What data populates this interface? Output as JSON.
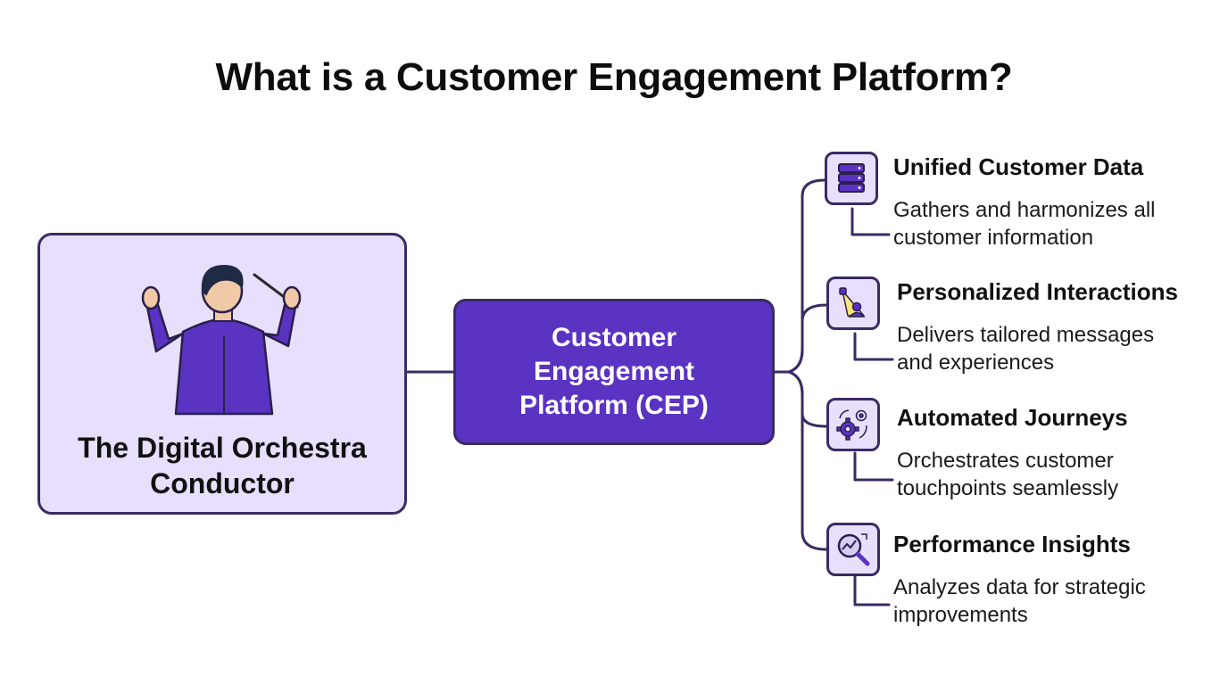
{
  "title": "What is a Customer Engagement Platform?",
  "conductor": {
    "label": "The Digital Orchestra Conductor",
    "icon": "orchestra-conductor-illustration"
  },
  "center": {
    "label": "Customer Engagement Platform (CEP)"
  },
  "features": [
    {
      "title": "Unified Customer Data",
      "description": "Gathers and harmonizes all customer information",
      "icon": "database-stack-icon"
    },
    {
      "title": "Personalized Interactions",
      "description": "Delivers tailored messages and experiences",
      "icon": "spotlight-person-icon"
    },
    {
      "title": "Automated Journeys",
      "description": "Orchestrates customer touchpoints seamlessly",
      "icon": "gears-automation-icon"
    },
    {
      "title": "Performance Insights",
      "description": "Analyzes data for strategic improvements",
      "icon": "magnifier-chart-icon"
    }
  ],
  "colors": {
    "accent": "#5a33c2",
    "light_fill": "#e7dffc",
    "line": "#3b2a63",
    "text": "#111111"
  }
}
